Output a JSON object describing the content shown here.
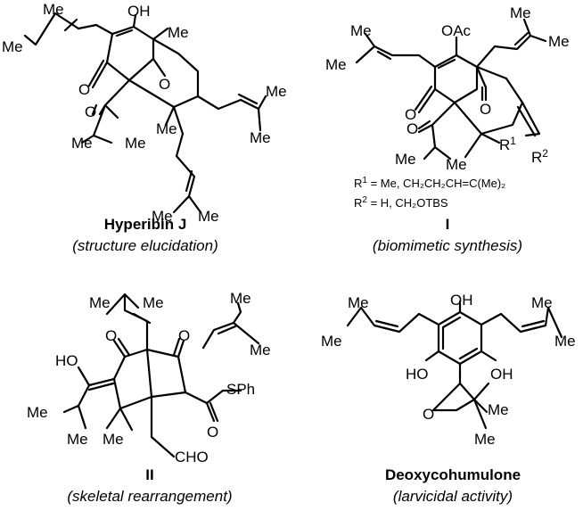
{
  "compounds": [
    {
      "name": "Hyperibin J",
      "subtitle": "(structure elucidation)",
      "atoms": [
        "OH",
        "Me",
        "Me",
        "Me",
        "O",
        "O",
        "O",
        "Me",
        "Me",
        "Me",
        "Me",
        "Me",
        "Me",
        "Me"
      ]
    },
    {
      "name": "I",
      "subtitle": "(biomimetic synthesis)",
      "atoms": [
        "OAc",
        "Me",
        "Me",
        "Me",
        "Me",
        "O",
        "O",
        "O",
        "R1",
        "R2",
        "Me",
        "Me"
      ],
      "notes": [
        {
          "sym": "R",
          "sup": "1",
          "text": " = Me, CH₂CH₂CH=C(Me)₂"
        },
        {
          "sym": "R",
          "sup": "2",
          "text": " = H, CH₂OTBS"
        }
      ]
    },
    {
      "name": "II",
      "subtitle": "(skeletal rearrangement)",
      "atoms": [
        "Me",
        "Me",
        "Me",
        "Me",
        "HO",
        "O",
        "O",
        "SPh",
        "Me",
        "Me",
        "Me",
        "O",
        "CHO"
      ]
    },
    {
      "name": "Deoxycohumulone",
      "subtitle": "(larvicidal activity)",
      "atoms": [
        "OH",
        "Me",
        "Me",
        "Me",
        "Me",
        "HO",
        "OH",
        "O",
        "Me",
        "Me"
      ]
    }
  ]
}
